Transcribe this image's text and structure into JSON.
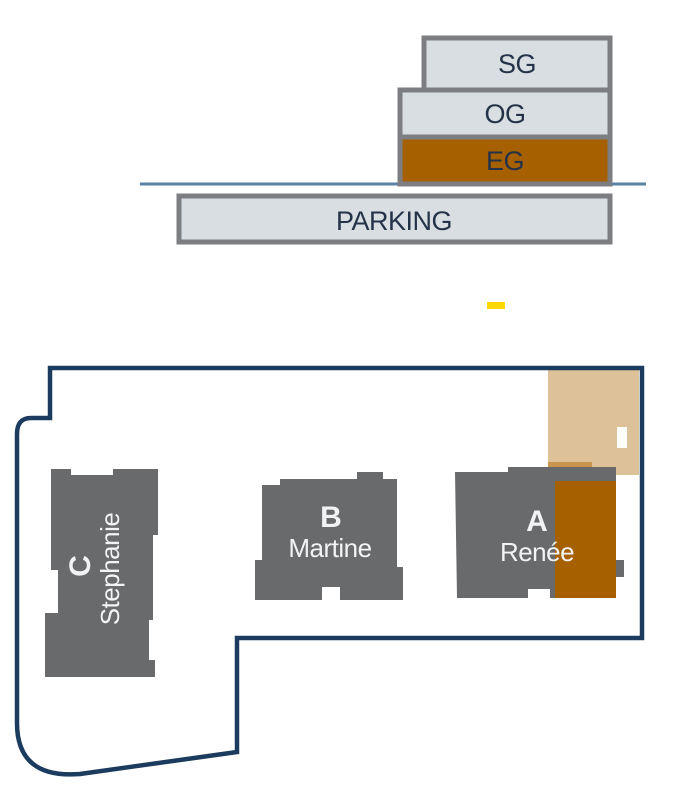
{
  "section": {
    "floors": [
      {
        "label": "SG",
        "selected": false
      },
      {
        "label": "OG",
        "selected": false
      },
      {
        "label": "EG",
        "selected": true
      },
      {
        "label": "PARKING",
        "selected": false
      }
    ]
  },
  "plan": {
    "buildings": [
      {
        "letter": "C",
        "name": "Stephanie"
      },
      {
        "letter": "B",
        "name": "Martine"
      },
      {
        "letter": "A",
        "name": "Renée"
      }
    ]
  },
  "colors": {
    "floor-fill": "#d9dee3",
    "floor-border": "#7c7e81",
    "highlight-brown": "#a66000",
    "ground-line": "#5a82a5",
    "outline-navy": "#1b3c5e",
    "building-gray": "#696a6c",
    "beige": "#ddc198",
    "tan": "#c8944e",
    "marker-yellow": "#ffd800",
    "floor-label": "#253349",
    "building-label": "#f2f3f4"
  }
}
